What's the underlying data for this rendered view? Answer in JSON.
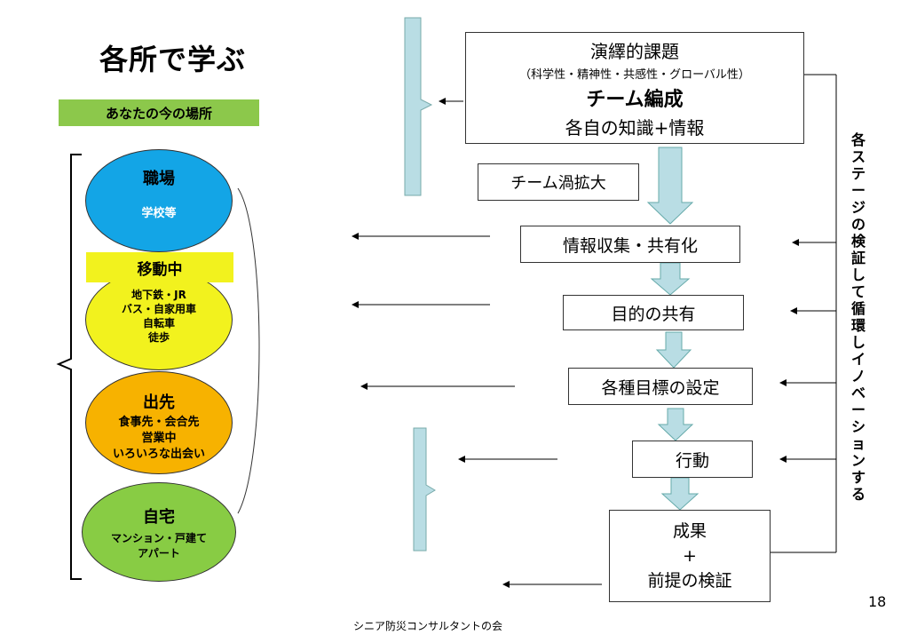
{
  "title": "各所で学ぶ",
  "banner": "あなたの今の場所",
  "places": {
    "work": {
      "name": "職場",
      "sub": "学校等"
    },
    "moving": {
      "name": "移動中",
      "lines": [
        "地下鉄・JR",
        "バス・自家用車",
        "自転車",
        "徒歩"
      ]
    },
    "out": {
      "name": "出先",
      "lines": [
        "食事先・会合先",
        "営業中",
        "いろいろな出会い"
      ]
    },
    "home": {
      "name": "自宅",
      "lines": [
        "マンション・戸建て",
        "アパート"
      ]
    }
  },
  "top_box": {
    "line1": "演繹的課題",
    "line2": "（科学性・精神性・共感性・グローバル性）",
    "line3": "チーム編成",
    "line4": "各自の知識+情報"
  },
  "team_expand": "チーム渦拡大",
  "steps": [
    "情報収集・共有化",
    "目的の共有",
    "各種目標の設定",
    "行動"
  ],
  "result": {
    "line1": "成果",
    "line2": "+",
    "line3": "前提の検証"
  },
  "vertical_note": "各ステージの検証して循環しイノベーションする",
  "page_number": "18",
  "footer": "シニア防災コンサルタントの会",
  "colors": {
    "green_banner": "#8cc84b",
    "work": "#13a5e6",
    "moving": "#f2f21e",
    "out": "#f7b200",
    "home": "#88cc44",
    "arrow_fill": "#b9dde4",
    "bracket_fill": "#b9dde4"
  }
}
